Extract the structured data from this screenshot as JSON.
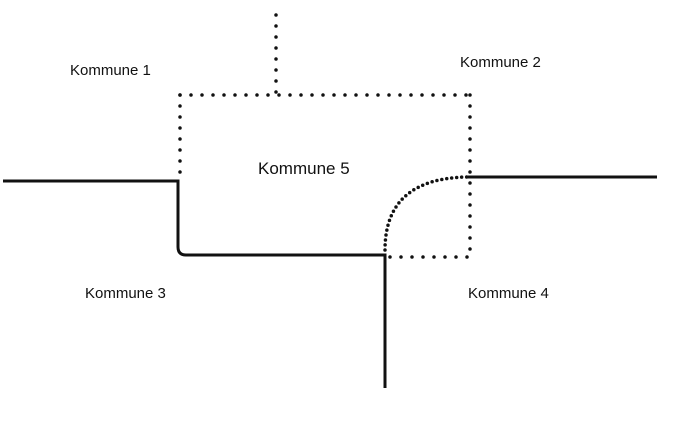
{
  "labels": {
    "k1": "Kommune 1",
    "k2": "Kommune 2",
    "k3": "Kommune 3",
    "k4": "Kommune 4",
    "k5": "Kommune 5"
  },
  "colors": {
    "line": "#111111"
  }
}
